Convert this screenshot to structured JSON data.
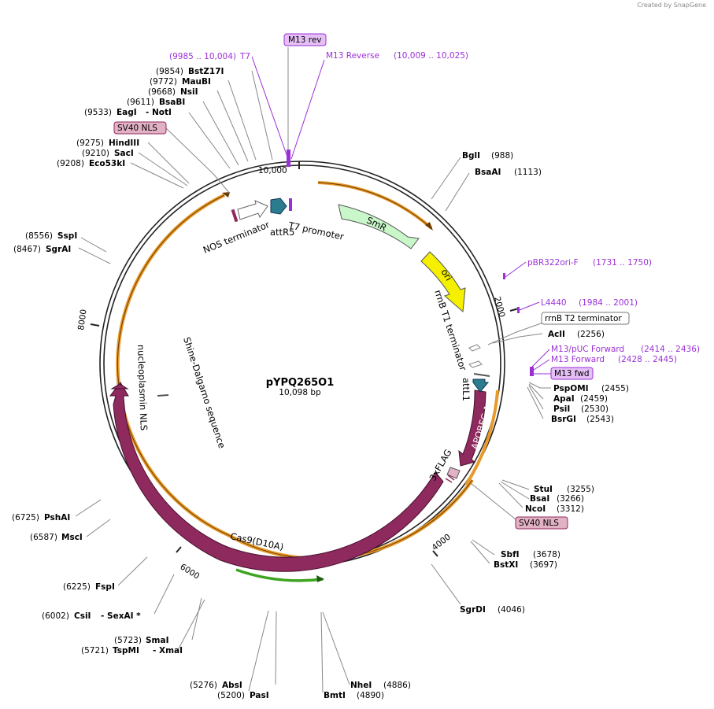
{
  "credit": "Created by SnapGene",
  "plasmid": {
    "name": "pYPQ265O1",
    "size_label": "10,098 bp"
  },
  "ticks": [
    "10,000",
    "2000",
    "4000",
    "6000",
    "8000"
  ],
  "enzymes": [
    {
      "pos": "(988)",
      "name": "BglI"
    },
    {
      "pos": "(1113)",
      "name": "BsaAI"
    },
    {
      "pos": "(2256)",
      "name": "AclI"
    },
    {
      "pos": "(2455)",
      "name": "PspOMI"
    },
    {
      "pos": "(2459)",
      "name": "ApaI"
    },
    {
      "pos": "(2530)",
      "name": "PsiI"
    },
    {
      "pos": "(2543)",
      "name": "BsrGI"
    },
    {
      "pos": "(3255)",
      "name": "StuI"
    },
    {
      "pos": "(3266)",
      "name": "BsaI"
    },
    {
      "pos": "(3312)",
      "name": "NcoI"
    },
    {
      "pos": "(3678)",
      "name": "SbfI"
    },
    {
      "pos": "(3697)",
      "name": "BstXI"
    },
    {
      "pos": "(4046)",
      "name": "SgrDI"
    },
    {
      "pos": "(4886)",
      "name": "NheI"
    },
    {
      "pos": "(4890)",
      "name": "BmtI"
    },
    {
      "pos": "(5276)",
      "name": "AbsI"
    },
    {
      "pos": "(5200)",
      "name": "PasI"
    },
    {
      "pos": "(5723)",
      "name": "SmaI"
    },
    {
      "pos": "(5721)",
      "name": "TspMI",
      "extra": "- XmaI"
    },
    {
      "pos": "(6002)",
      "name": "CsiI",
      "extra": "- SexAI *"
    },
    {
      "pos": "(6225)",
      "name": "FspI"
    },
    {
      "pos": "(6587)",
      "name": "MscI"
    },
    {
      "pos": "(6725)",
      "name": "PshAI"
    },
    {
      "pos": "(8467)",
      "name": "SgrAI"
    },
    {
      "pos": "(8556)",
      "name": "SspI"
    },
    {
      "pos": "(9208)",
      "name": "Eco53kI"
    },
    {
      "pos": "(9210)",
      "name": "SacI"
    },
    {
      "pos": "(9275)",
      "name": "HindIII"
    },
    {
      "pos": "(9533)",
      "name": "EagI",
      "extra": "- NotI"
    },
    {
      "pos": "(9611)",
      "name": "BsaBI"
    },
    {
      "pos": "(9668)",
      "name": "NsiI"
    },
    {
      "pos": "(9772)",
      "name": "MauBI"
    },
    {
      "pos": "(9854)",
      "name": "BstZ17I"
    }
  ],
  "primers": [
    {
      "name": "T7",
      "range": "(9985 .. 10,004)"
    },
    {
      "name": "M13 Reverse",
      "range": "(10,009 .. 10,025)"
    },
    {
      "name": "pBR322ori-F",
      "range": "(1731 .. 1750)"
    },
    {
      "name": "L4440",
      "range": "(1984 .. 2001)"
    },
    {
      "name": "M13/pUC Forward",
      "range": "(2414 .. 2436)"
    },
    {
      "name": "M13 Forward",
      "range": "(2428 .. 2445)"
    }
  ],
  "boxed_labels": {
    "m13_rev": "M13 rev",
    "sv40_nls_top": "SV40 NLS",
    "rrnb_t2": "rrnB T2 terminator",
    "m13_fwd": "M13 fwd",
    "sv40_nls_bottom": "SV40 NLS"
  },
  "features": {
    "smr": "SmR",
    "ori": "ori",
    "apobec": "APOBEC-1",
    "t7_promoter": "T7 promoter",
    "attr5": "attR5",
    "nos_terminator": "NOS terminator",
    "rrnb_t1": "rrnB T1 terminator",
    "attl1": "attL1",
    "flag": "3xFLAG",
    "cas9": "Cas9(D10A)",
    "nucleoplasmin": "nucleoplasmin NLS",
    "shine": "Shine-Dalgarno sequence"
  },
  "colors": {
    "cas9": "#8e2a5e",
    "smr": "#c9f7c9",
    "ori": "#f4f000",
    "attr": "#2b7c8c",
    "orange": "#e89a2a",
    "green": "#3da420",
    "primer": "#9b30d6",
    "box_purple": "#e5bff5",
    "box_pink": "#e2b2c4"
  }
}
